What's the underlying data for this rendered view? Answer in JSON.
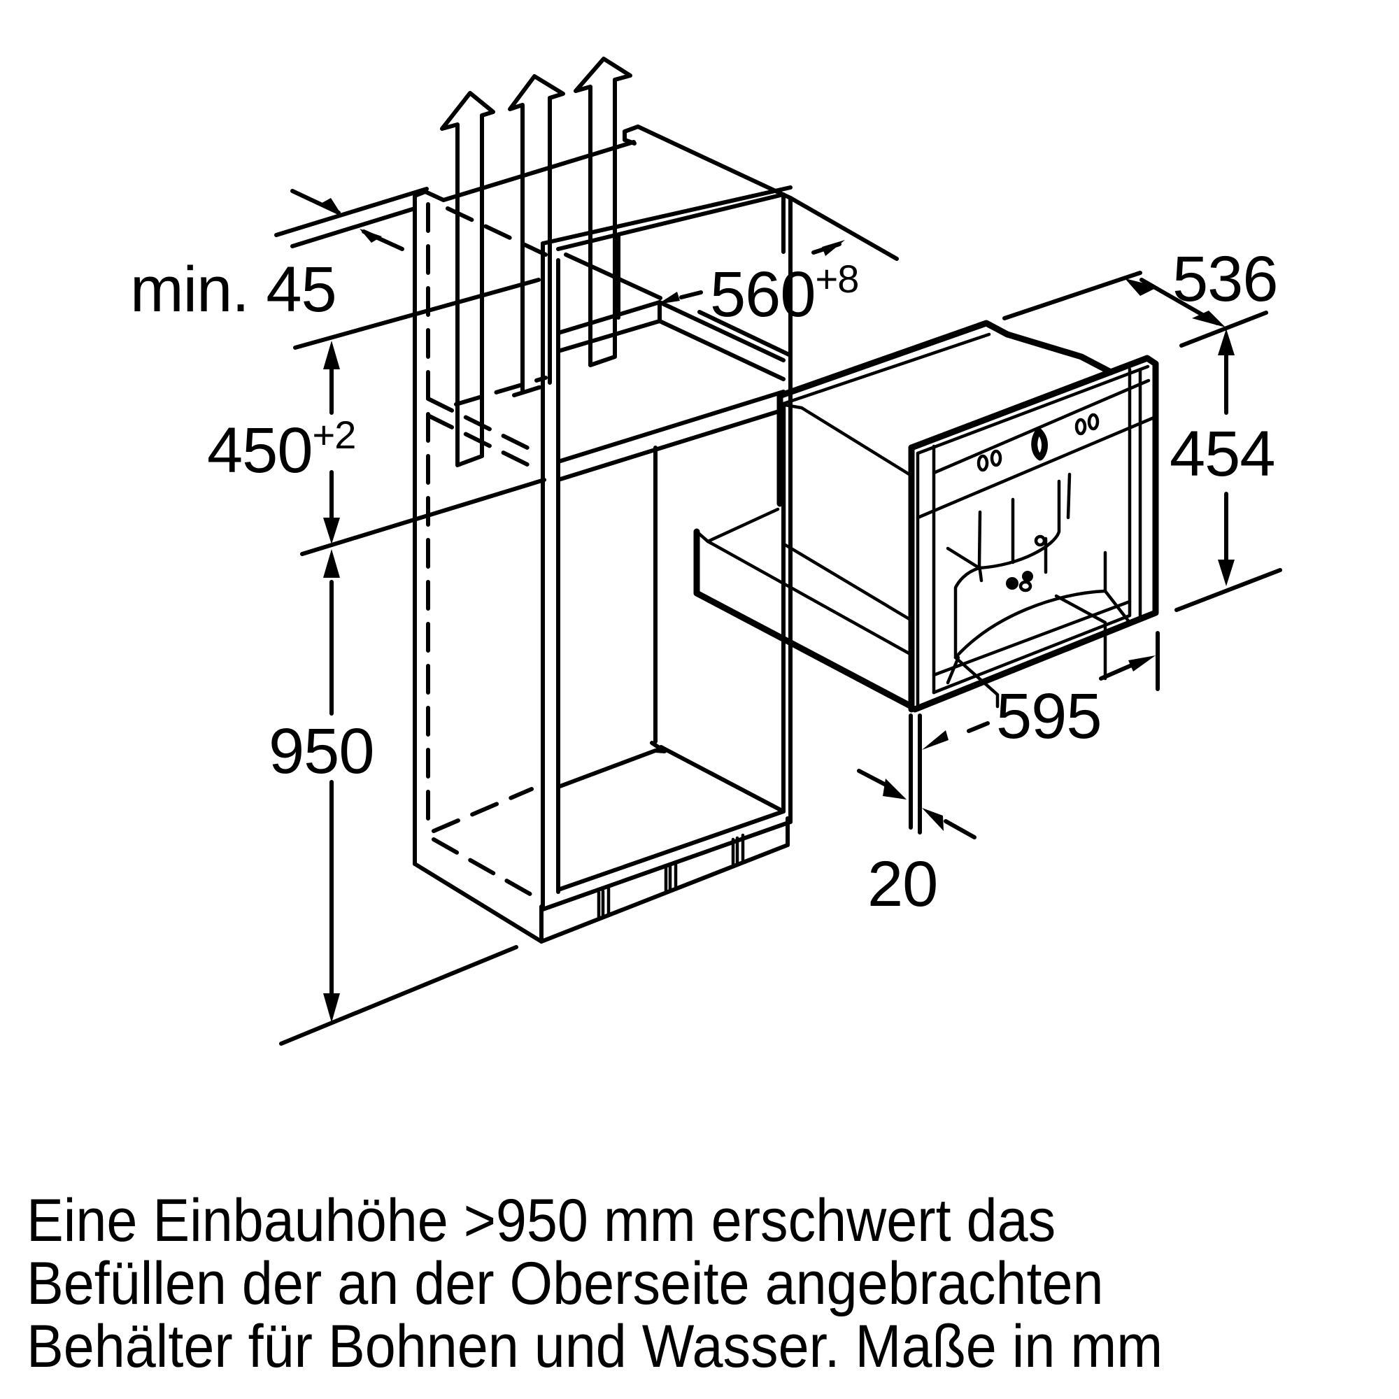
{
  "diagram": {
    "title": "Einbauskizze Einbau-Kaffeevollautomat",
    "colors": {
      "line": "#000000",
      "background": "#ffffff"
    },
    "dimensions": {
      "min_gap": {
        "label": "min. 45"
      },
      "niche_depth": {
        "value": "560",
        "tolerance": "+8"
      },
      "niche_height": {
        "value": "450",
        "tolerance": "+2"
      },
      "installation_height": {
        "value": "950"
      },
      "appliance_depth": {
        "value": "536"
      },
      "appliance_height": {
        "value": "454"
      },
      "appliance_width": {
        "value": "595"
      },
      "front_thickness": {
        "value": "20"
      }
    },
    "icons": {
      "ventilation": "ventilation-arrow-icon",
      "dimension": "dimension-arrow-icon"
    }
  },
  "note": {
    "lines": [
      "Eine Einbauhöhe >950 mm erschwert das",
      "Befüllen der an der Oberseite angebrachten",
      "Behälter für Bohnen und Wasser.  Maße in mm"
    ]
  }
}
